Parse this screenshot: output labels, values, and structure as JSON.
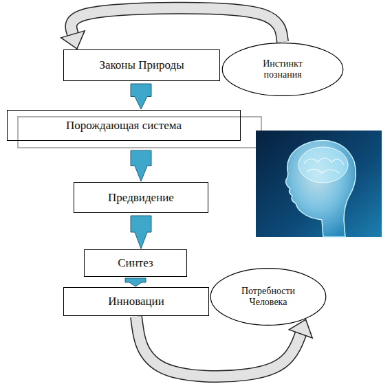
{
  "diagram": {
    "nodes": [
      {
        "text": [
          "Законы Природы"
        ]
      },
      {
        "text": [
          "Инстинкт познания"
        ]
      },
      {
        "text": [
          "Порождающая система"
        ]
      },
      {
        "text": [
          "Предвидение"
        ]
      },
      {
        "text": [
          "Синтез"
        ]
      },
      {
        "text": [
          "Потребности Человека"
        ]
      },
      {
        "text": [
          "Инновации"
        ]
      }
    ],
    "edges": [
      {
        "from": 1,
        "to": 0,
        "arrow": "to"
      },
      {
        "from": 0,
        "to": 2,
        "arrow": "to"
      },
      {
        "from": 2,
        "to": 3,
        "arrow": "to"
      },
      {
        "from": 3,
        "to": 4,
        "arrow": "to"
      },
      {
        "from": 4,
        "to": 6,
        "arrow": "to"
      },
      {
        "from": 6,
        "to": 5,
        "arrow": "to"
      }
    ]
  }
}
